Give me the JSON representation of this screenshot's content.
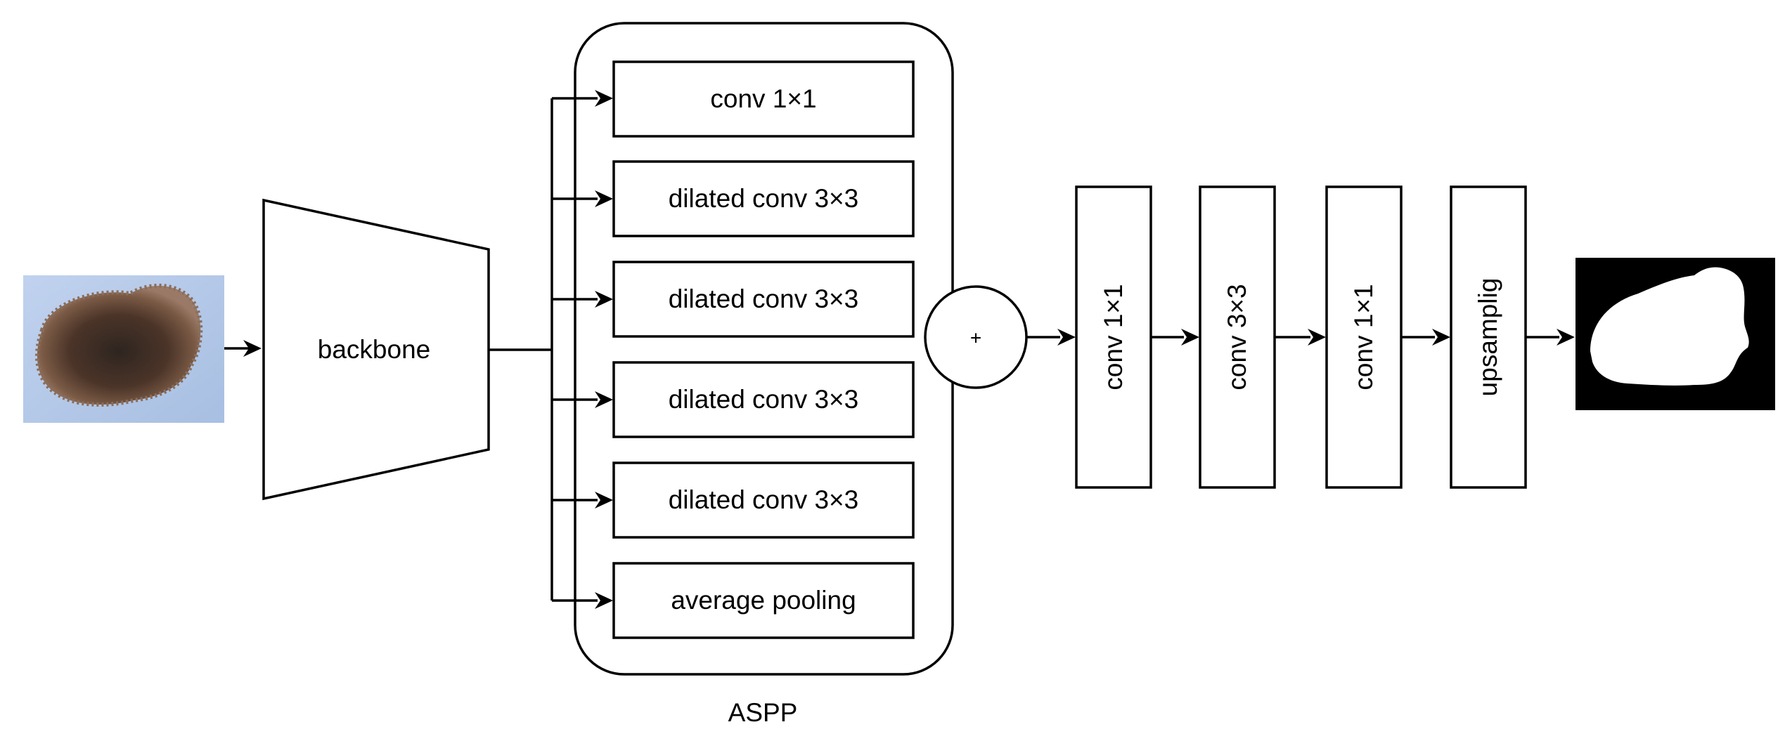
{
  "backbone": {
    "label": "backbone"
  },
  "aspp": {
    "label": "ASPP",
    "branches": [
      {
        "label": "conv 1×1"
      },
      {
        "label": "dilated conv 3×3"
      },
      {
        "label": "dilated conv 3×3"
      },
      {
        "label": "dilated conv 3×3"
      },
      {
        "label": "dilated conv 3×3"
      },
      {
        "label": "average pooling"
      }
    ]
  },
  "concat": {
    "label": "+"
  },
  "head_blocks": [
    {
      "label": "conv 1×1"
    },
    {
      "label": "conv 3×3"
    },
    {
      "label": "conv 1×1"
    },
    {
      "label": "upsamplig"
    }
  ],
  "colors": {
    "input_background": "#b5c9e6",
    "lesion": "#5a4132",
    "mask_background": "#000000",
    "mask_foreground": "#ffffff"
  }
}
